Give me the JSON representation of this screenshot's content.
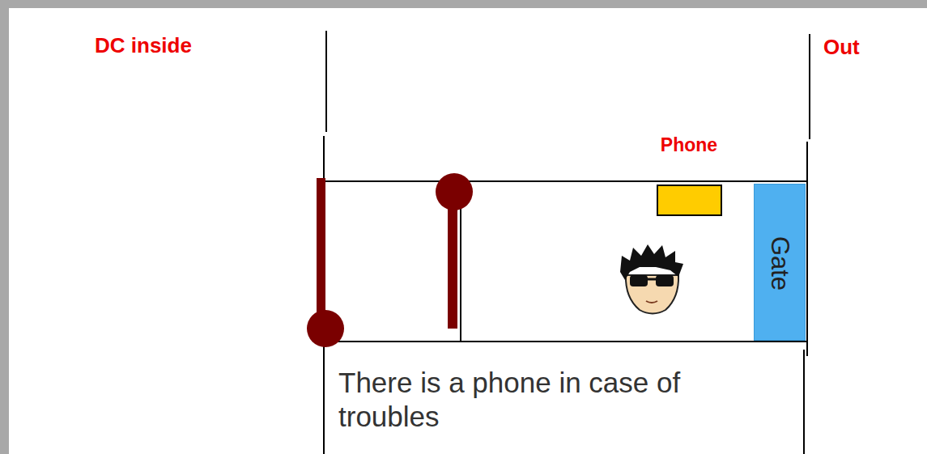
{
  "diagram": {
    "nodes": [
      {
        "text": [
          "Phone"
        ]
      },
      {
        "text": [
          "Gate"
        ]
      }
    ],
    "labels": [
      "DC inside",
      "Out",
      "There is a phone in case of troubles"
    ]
  }
}
